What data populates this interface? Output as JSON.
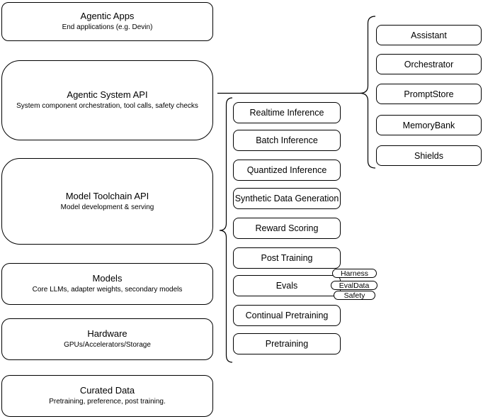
{
  "diagram": {
    "colors": {
      "stroke": "#000000",
      "background": "#ffffff",
      "text": "#000000"
    },
    "stack": [
      {
        "title": "Agentic Apps",
        "subtitle": "End applications (e.g. Devin)"
      },
      {
        "title": "Agentic System API",
        "subtitle": "System component orchestration, tool calls, safety checks"
      },
      {
        "title": "Model Toolchain API",
        "subtitle": "Model development & serving"
      },
      {
        "title": "Models",
        "subtitle": "Core LLMs, adapter weights, secondary models"
      },
      {
        "title": "Hardware",
        "subtitle": "GPUs/Accelerators/Storage"
      },
      {
        "title": "Curated Data",
        "subtitle": "Pretraining, preference, post training."
      }
    ],
    "toolchain_services": [
      "Realtime Inference",
      "Batch Inference",
      "Quantized Inference",
      "Synthetic Data Generation",
      "Reward Scoring",
      "Post Training",
      "Evals",
      "Continual Pretraining",
      "Pretraining"
    ],
    "eval_components": [
      "Harness",
      "EvalData",
      "Safety"
    ],
    "system_components": [
      "Assistant",
      "Orchestrator",
      "PromptStore",
      "MemoryBank",
      "Shields"
    ]
  }
}
